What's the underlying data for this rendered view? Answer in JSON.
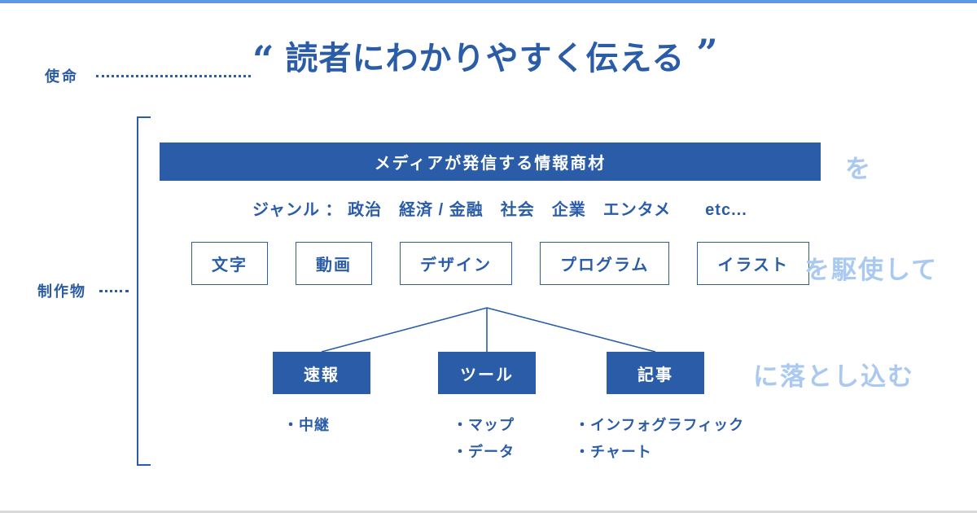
{
  "colors": {
    "primary": "#2a5ca8",
    "light_blue": "#a9c9f1",
    "top_strip": "#5e96e8",
    "bottom_strip": "#d9d9d9",
    "white": "#ffffff"
  },
  "mission": {
    "label": "使命",
    "quote_open": "“",
    "quote_close": "”",
    "title": "読者にわかりやすく伝える"
  },
  "works": {
    "label": "制作物"
  },
  "banner": {
    "text": "メディアが発信する情報商材",
    "particle": "を"
  },
  "genre_line": "ジャンル ： 政治　経済 / 金融　社会　企業　エンタメ　　etc...",
  "skills": {
    "items": [
      "文字",
      "動画",
      "デザイン",
      "プログラム",
      "イラスト"
    ],
    "particle": "を駆使して"
  },
  "outputs": {
    "particle": "に落とし込む",
    "items": [
      {
        "label": "速報",
        "bullets": [
          "・中継"
        ]
      },
      {
        "label": "ツール",
        "bullets": [
          "・マップ",
          "・データ"
        ]
      },
      {
        "label": "記事",
        "bullets": [
          "・インフォグラフィック",
          "・チャート"
        ]
      }
    ]
  }
}
